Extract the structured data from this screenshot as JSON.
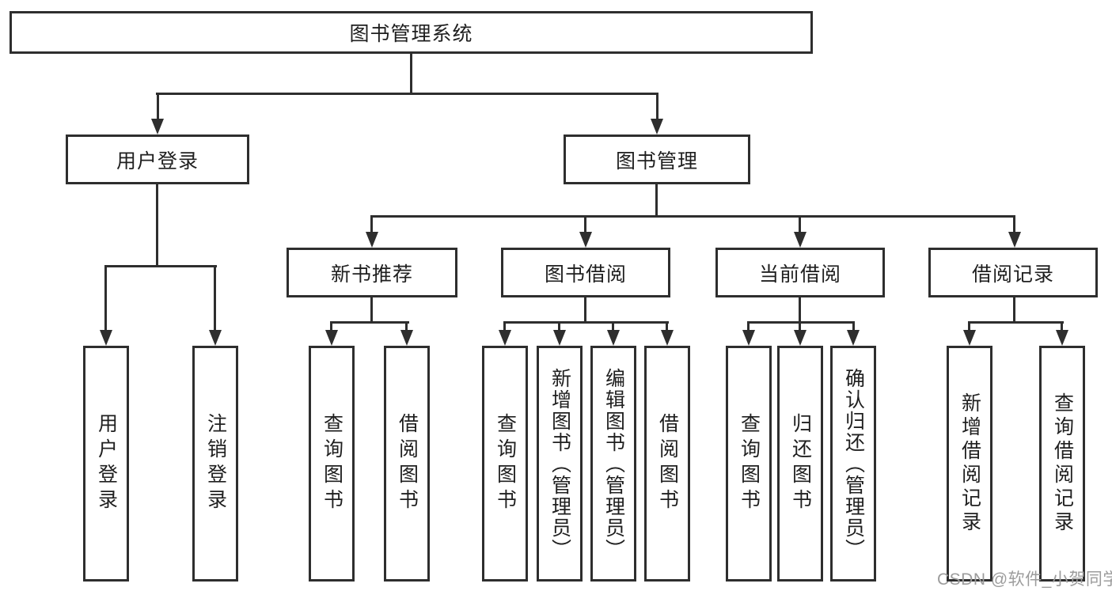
{
  "diagram": {
    "root": {
      "label": "图书管理系统"
    },
    "level2": [
      {
        "label": "用户登录"
      },
      {
        "label": "图书管理"
      }
    ],
    "level3": [
      {
        "label": "新书推荐"
      },
      {
        "label": "图书借阅"
      },
      {
        "label": "当前借阅"
      },
      {
        "label": "借阅记录"
      }
    ],
    "groups": {
      "user_login": [
        {
          "label": "用户登录"
        },
        {
          "label": "注销登录"
        }
      ],
      "new_book": [
        {
          "label": "查询图书"
        },
        {
          "label": "借阅图书"
        }
      ],
      "book_borrow": [
        {
          "label": "查询图书"
        },
        {
          "label": "新增图书（管理员）"
        },
        {
          "label": "编辑图书（管理员）"
        },
        {
          "label": "借阅图书"
        }
      ],
      "current_borrow": [
        {
          "label": "查询图书"
        },
        {
          "label": "归还图书"
        },
        {
          "label": "确认归还（管理员）"
        }
      ],
      "borrow_records": [
        {
          "label": "新增借阅记录"
        },
        {
          "label": "查询借阅记录"
        }
      ]
    },
    "watermark": "CSDN @软件_小贺同学",
    "colors": {
      "line": "#2e2e2e",
      "box_border": "#2e2e2e",
      "box_fill": "#ffffff",
      "text": "#1f1f1f",
      "watermark": "#9c9c9c",
      "background": "#ffffff"
    }
  }
}
